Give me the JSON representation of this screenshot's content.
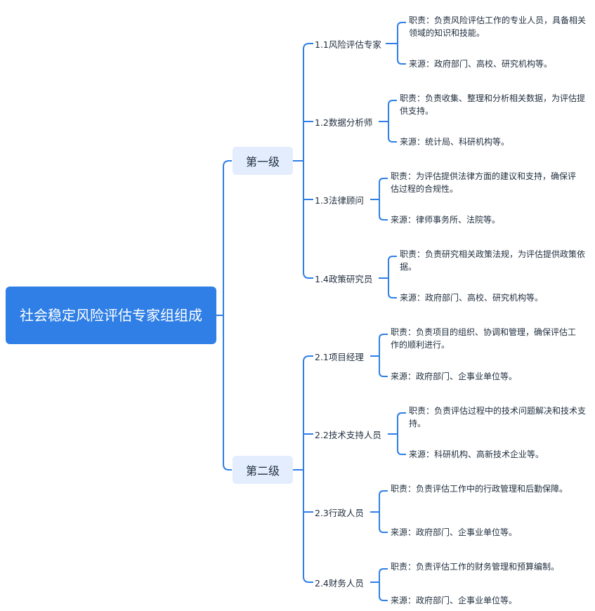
{
  "root": {
    "title": "社会稳定风险评估专家组组成"
  },
  "levels": [
    {
      "label": "第一级",
      "roles": [
        {
          "label": "1.1风险评估专家",
          "duty": "职责：负责风险评估工作的专业人员，具备相关领域的知识和技能。",
          "source": "来源：政府部门、高校、研究机构等。"
        },
        {
          "label": "1.2数据分析师",
          "duty": "职责：负责收集、整理和分析相关数据，为评估提供支持。",
          "source": "来源：统计局、科研机构等。"
        },
        {
          "label": "1.3法律顾问",
          "duty": "职责：为评估提供法律方面的建议和支持，确保评估过程的合规性。",
          "source": "来源：律师事务所、法院等。"
        },
        {
          "label": "1.4政策研究员",
          "duty": "职责：负责研究相关政策法规，为评估提供政策依据。",
          "source": "来源：政府部门、高校、研究机构等。"
        }
      ]
    },
    {
      "label": "第二级",
      "roles": [
        {
          "label": "2.1项目经理",
          "duty": "职责：负责项目的组织、协调和管理，确保评估工作的顺利进行。",
          "source": "来源：政府部门、企事业单位等。"
        },
        {
          "label": "2.2技术支持人员",
          "duty": "职责：负责评估过程中的技术问题解决和技术支持。",
          "source": "来源：科研机构、高新技术企业等。"
        },
        {
          "label": "2.3行政人员",
          "duty": "职责：负责评估工作中的行政管理和后勤保障。",
          "source": "来源：政府部门、企事业单位等。"
        },
        {
          "label": "2.4财务人员",
          "duty": "职责：负责评估工作的财务管理和预算编制。",
          "source": "来源：政府部门、企事业单位等。"
        }
      ]
    }
  ],
  "colors": {
    "line": "#2f7fe6",
    "root_bg": "#2f7fe6",
    "level_bg": "#e3edfd",
    "text": "#1f2d3d"
  }
}
